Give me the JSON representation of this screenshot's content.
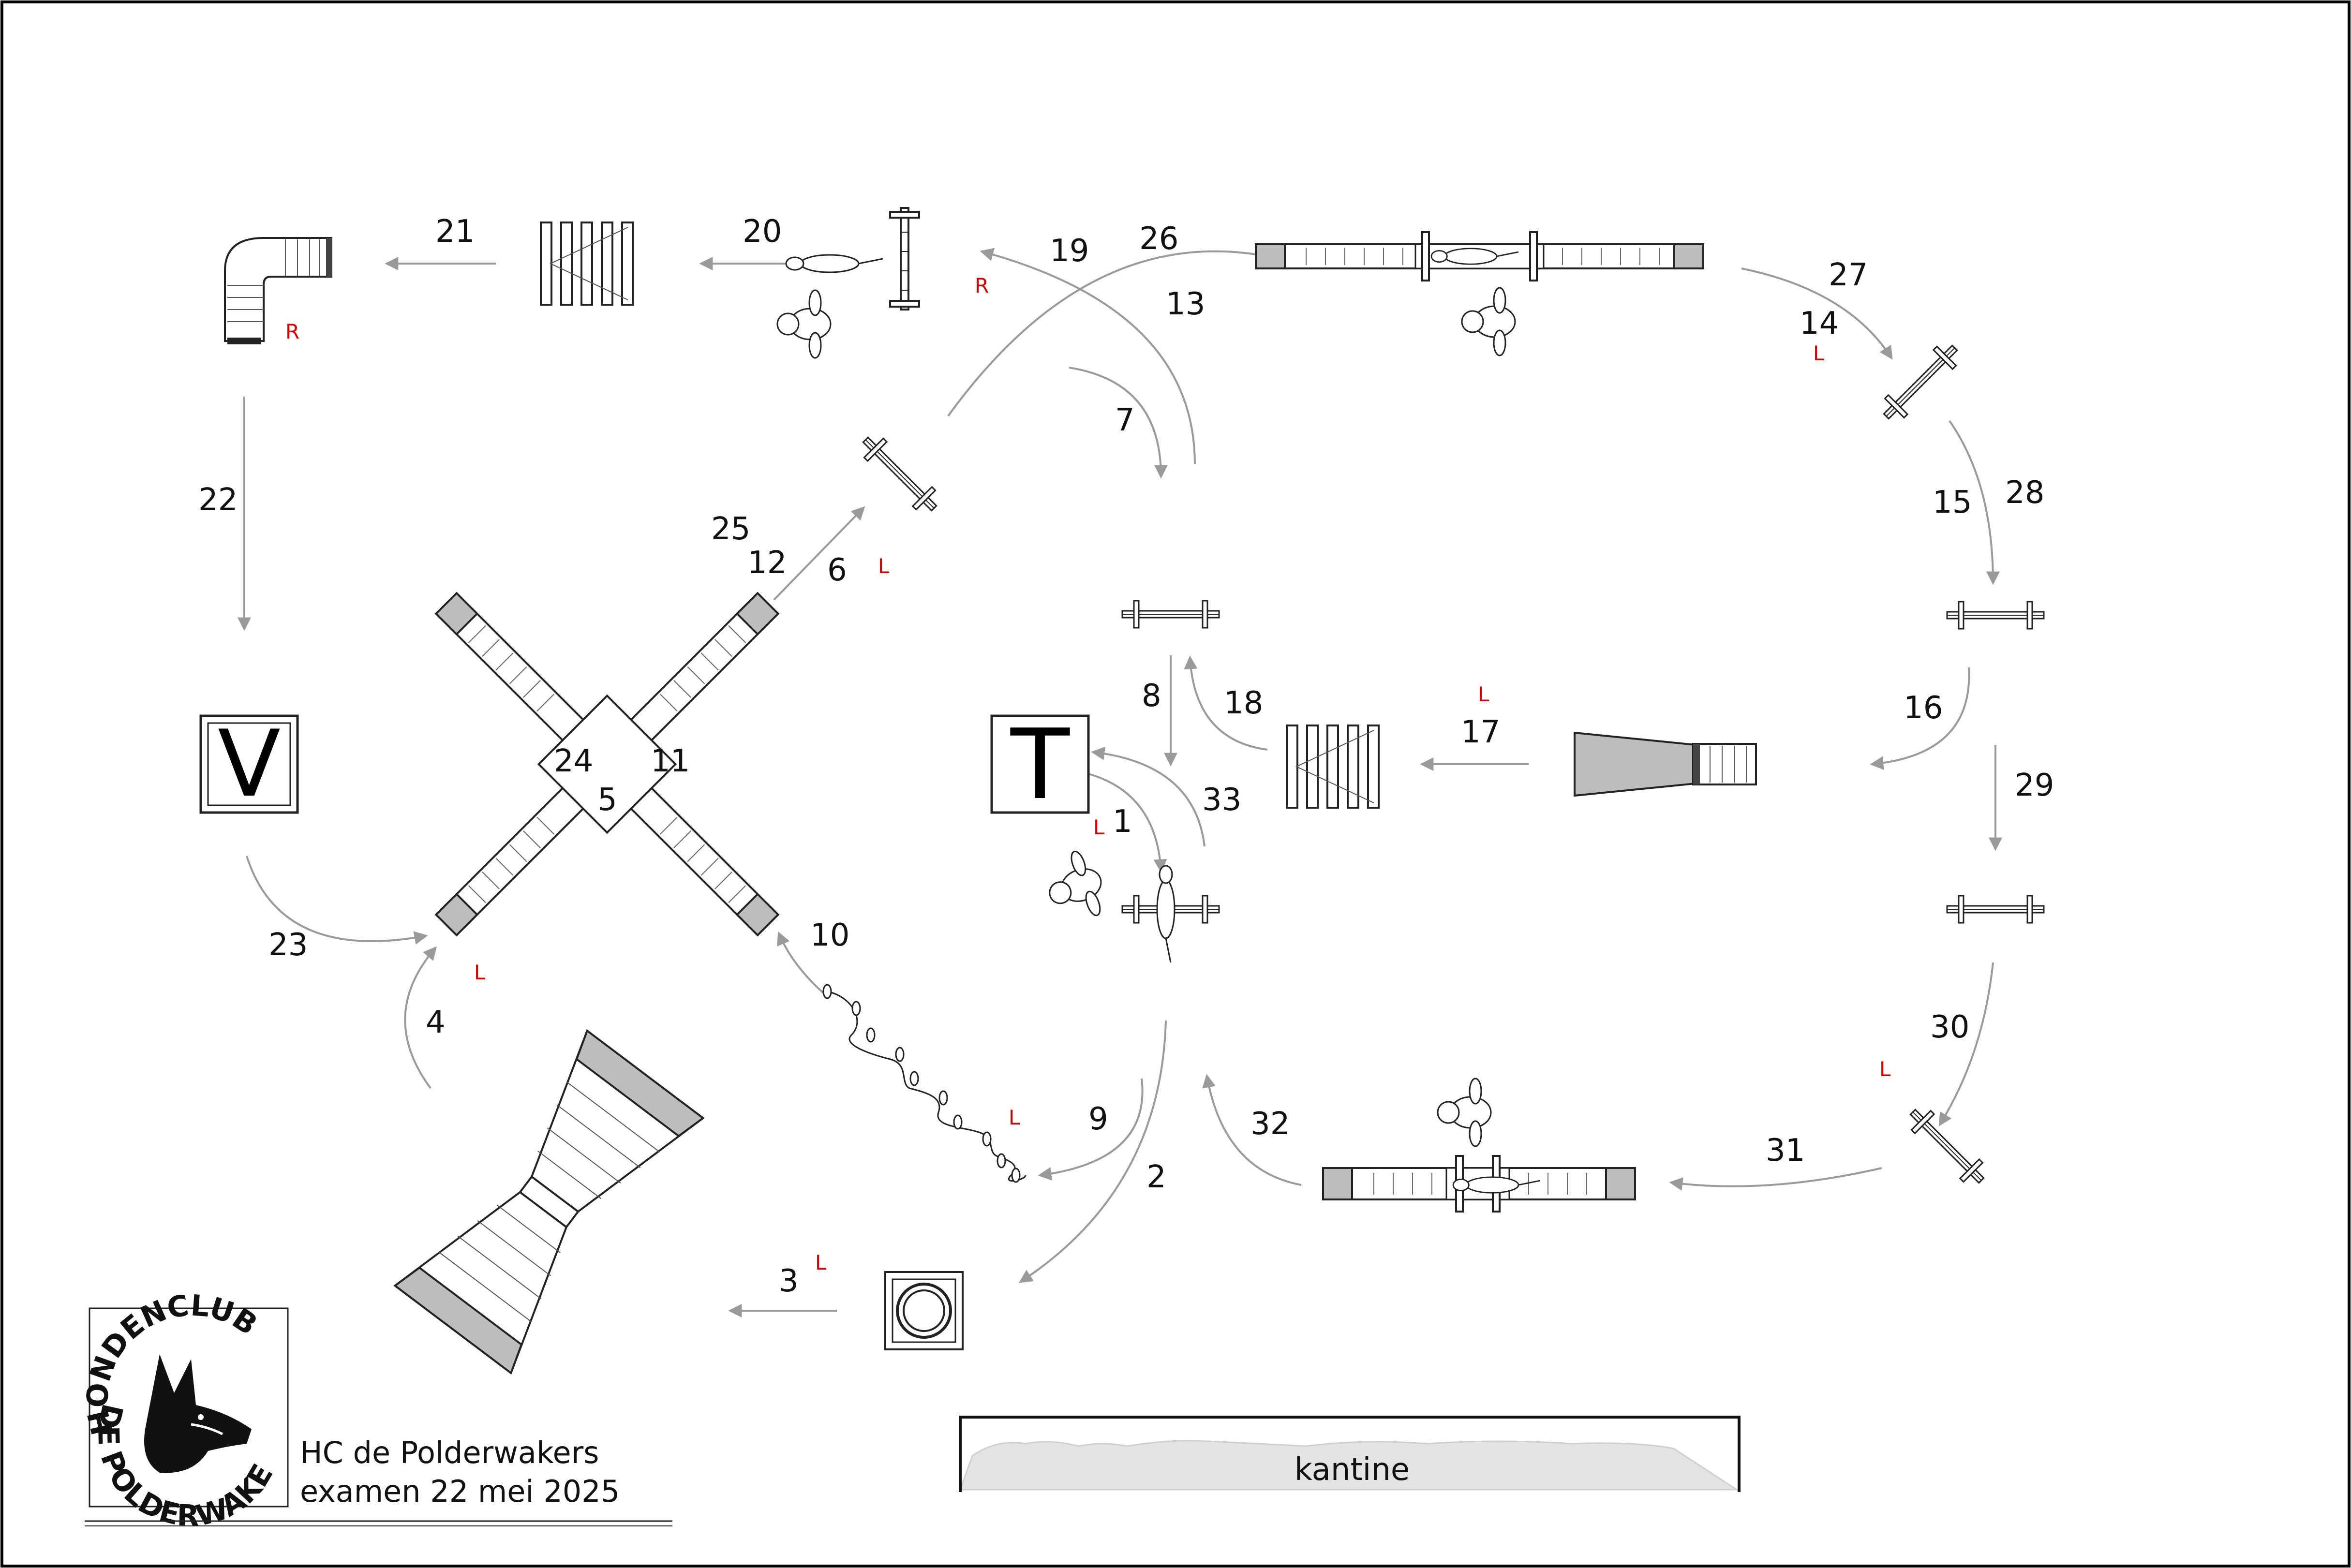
{
  "course": {
    "club_name": "HC de Polderwakers",
    "exam_line": "examen 22 mei 2025",
    "building_label": "kantine",
    "logo": {
      "top_text": "HONDENCLUB",
      "bottom_text": "DE POLDERWAKERS"
    },
    "start_box": "V",
    "finish_box": "T"
  },
  "numbers": [
    "1",
    "2",
    "3",
    "4",
    "5",
    "6",
    "7",
    "8",
    "9",
    "10",
    "11",
    "12",
    "13",
    "14",
    "15",
    "16",
    "17",
    "18",
    "19",
    "20",
    "21",
    "22",
    "23",
    "24",
    "25",
    "26",
    "27",
    "28",
    "29",
    "30",
    "31",
    "32",
    "33"
  ],
  "handler_side_labels": [
    "L",
    "R"
  ],
  "colors": {
    "path": "#9a9a9a",
    "handler_side": "#d10000",
    "obstacle_fill": "#bdbdbd"
  }
}
